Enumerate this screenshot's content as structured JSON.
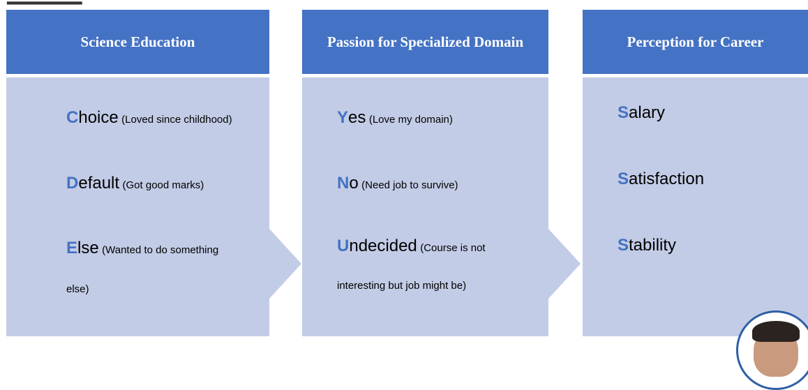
{
  "columns": [
    {
      "header": "Science Education",
      "items": [
        {
          "initial": "C",
          "rest": "hoice",
          "note": "(Loved since childhood)",
          "note_cont": ""
        },
        {
          "initial": "D",
          "rest": "efault",
          "note": "(Got good marks)",
          "note_cont": ""
        },
        {
          "initial": "E",
          "rest": "lse",
          "note": "(Wanted to do something",
          "note_cont": "else)"
        }
      ]
    },
    {
      "header": "Passion for Specialized Domain",
      "items": [
        {
          "initial": "Y",
          "rest": "es",
          "note": "(Love my domain)",
          "note_cont": ""
        },
        {
          "initial": "N",
          "rest": "o",
          "note": "(Need job to survive)",
          "note_cont": ""
        },
        {
          "initial": "U",
          "rest": "ndecided",
          "note": "(Course is not",
          "note_cont": "interesting but job might be)"
        }
      ]
    },
    {
      "header": "Perception for Career",
      "items": [
        {
          "initial": "S",
          "rest": "alary",
          "note": "",
          "note_cont": ""
        },
        {
          "initial": "S",
          "rest": "atisfaction",
          "note": "",
          "note_cont": ""
        },
        {
          "initial": "S",
          "rest": "tability",
          "note": "",
          "note_cont": ""
        }
      ]
    }
  ],
  "colors": {
    "header": "#4472c4",
    "body": "#c3cce6",
    "initial": "#4472c4"
  }
}
